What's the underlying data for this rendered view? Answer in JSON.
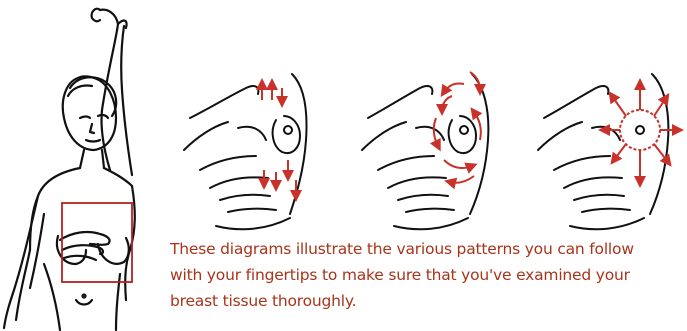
{
  "figure": {
    "caption_lines": [
      "These diagrams illustrate the various patterns you can follow",
      "with your fingertips to make sure that you've examined your",
      "breast tissue thoroughly."
    ],
    "panels": [
      {
        "pattern": "vertical-strip"
      },
      {
        "pattern": "circular"
      },
      {
        "pattern": "wedge-radial"
      }
    ]
  },
  "colors": {
    "ink": "#111111",
    "accent": "#c8322a",
    "caption": "#a8341a",
    "highlight_box": "#b22222"
  }
}
